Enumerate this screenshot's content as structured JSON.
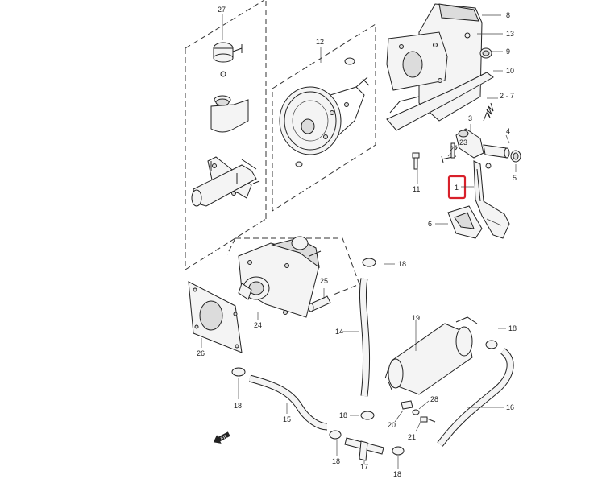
{
  "labels": {
    "p1": "1",
    "p2_7": "2 · 7",
    "p3": "3",
    "p4": "4",
    "p5": "5",
    "p6": "6",
    "p8": "8",
    "p9": "9",
    "p10": "10",
    "p11": "11",
    "p12": "12",
    "p13": "13",
    "p14": "14",
    "p15": "15",
    "p16": "16",
    "p17": "17",
    "p18a": "18",
    "p18b": "18",
    "p18c": "18",
    "p18d": "18",
    "p18e": "18",
    "p18f": "18",
    "p19": "19",
    "p20": "20",
    "p21": "21",
    "p22": "22",
    "p23": "23",
    "p24": "24",
    "p25": "25",
    "p26": "26",
    "p27": "27",
    "p28": "28"
  },
  "highlight": {
    "label": "1",
    "color": "#d8202a"
  },
  "direction_marker": {
    "text": "FR"
  }
}
